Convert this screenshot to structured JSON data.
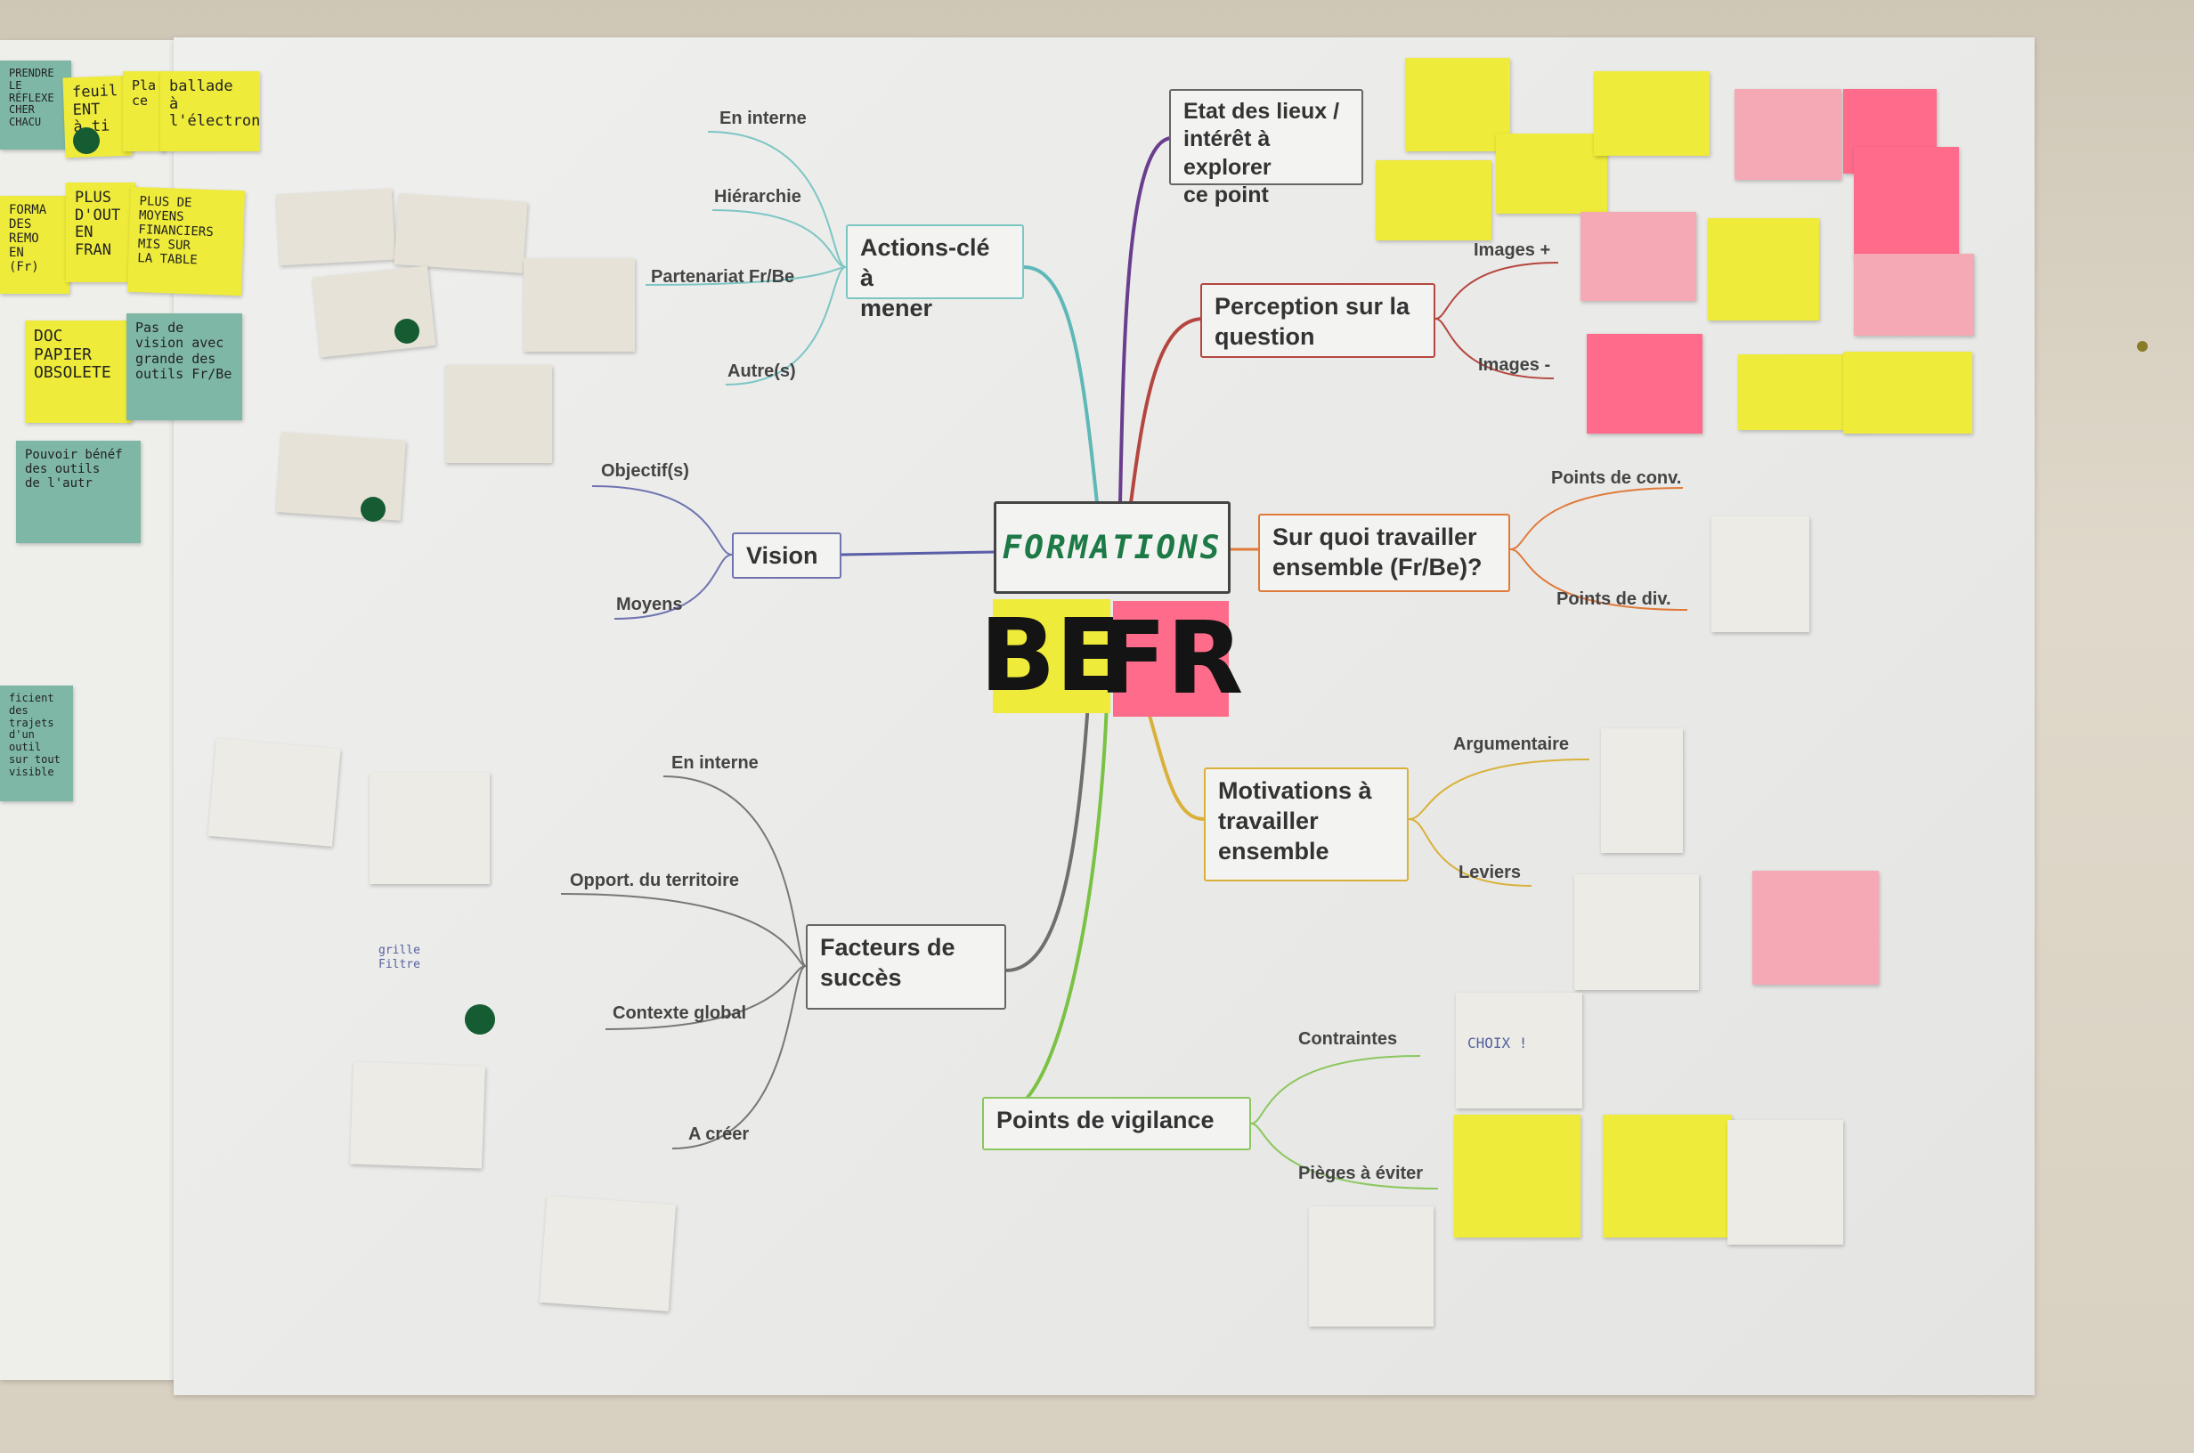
{
  "center": {
    "label": "FORMATIONS",
    "flag_left": "BE",
    "flag_right": "FR"
  },
  "branches": {
    "actions": {
      "label": "Actions-clé à\nmener",
      "leaves": [
        "En interne",
        "Hiérarchie",
        "Partenariat Fr/Be",
        "Autre(s)"
      ]
    },
    "vision": {
      "label": "Vision",
      "leaves": [
        "Objectif(s)",
        "Moyens"
      ]
    },
    "facteurs": {
      "label": "Facteurs de\nsuccès",
      "leaves": [
        "En interne",
        "Opport. du territoire",
        "Contexte global",
        "A créer"
      ]
    },
    "etat": {
      "label": "Etat des lieux /\nintérêt à explorer\nce point"
    },
    "perception": {
      "label": "Perception sur la\nquestion",
      "leaves": [
        "Images +",
        "Images -"
      ]
    },
    "travailler": {
      "label": "Sur quoi travailler\nensemble (Fr/Be)?",
      "leaves": [
        "Points de conv.",
        "Points de div."
      ]
    },
    "motivations": {
      "label": "Motivations à\ntravailler\nensemble",
      "leaves": [
        "Argumentaire",
        "Leviers"
      ]
    },
    "vigilance": {
      "label": "Points de vigilance",
      "leaves": [
        "Contraintes",
        "Pièges à éviter"
      ]
    }
  },
  "left_notes": [
    "PRENDRE LE\nRÉFLEXE\nCHER\nCHACU",
    "feuil\nENT\nà ti",
    "Pla\nce",
    "ballade\nà l'électronique",
    "FORMA\nDES\nREMO\nEN\n(Fr)",
    "PLUS\nD'OUT\nEN\nFRAN",
    "PLUS DE\nMOYENS\nFINANCIERS\nMIS SUR\nLA TABLE",
    "DOC\nPAPIER\nOBSOLETE",
    "Pas de\nvision avec\ngrande des\noutils Fr/Be",
    "Pouvoir bénéf\ndes outils\nde l'autr",
    "ficient\ndes trajets\nd'un outil\nsur tout\nvisible"
  ],
  "handwritten": {
    "choix": "CHOIX !",
    "grille": "grille\nFiltre"
  },
  "colors": {
    "purple": "#6a3d8f",
    "teal": "#5fb8b8",
    "indigo": "#5a5ea8",
    "gray": "#6f6f6f",
    "green": "#7ac244",
    "olive": "#d9b13a",
    "orange": "#e07a3a",
    "red": "#b5463f"
  }
}
